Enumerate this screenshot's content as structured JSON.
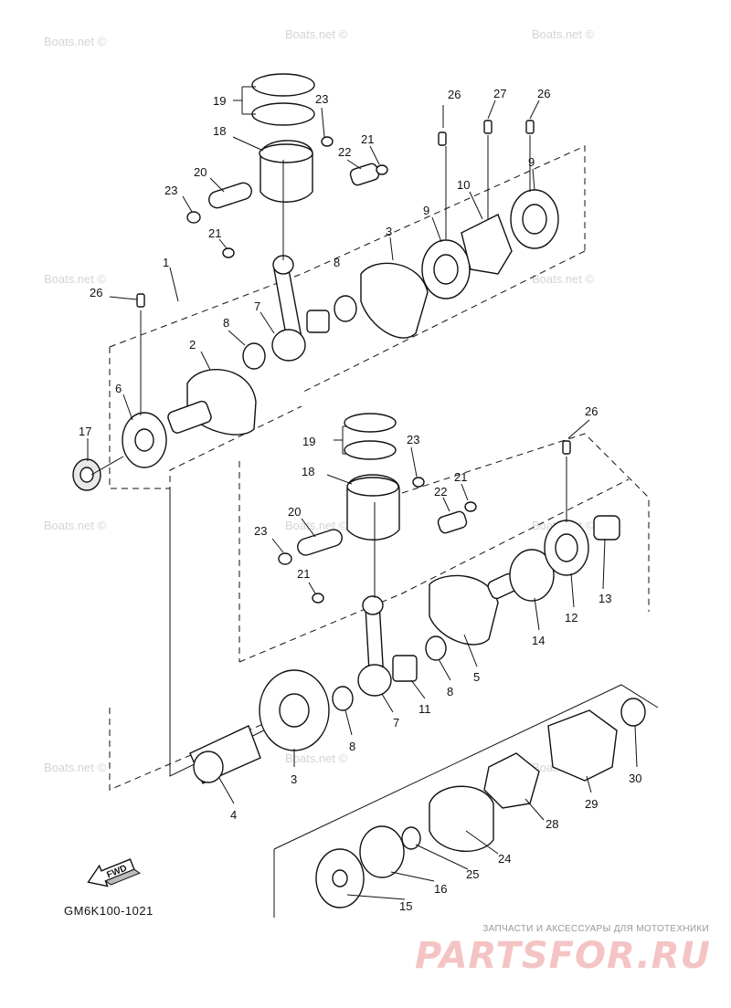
{
  "watermark_text": "Boats.net ©",
  "diagram_code": "GM6K100-1021",
  "fwd_label": "FWD",
  "brand": {
    "tagline": "ЗАПЧАСТИ И АКСЕССУАРЫ ДЛЯ МОТОТЕХНИКИ",
    "logo": "PARTSFOR.RU"
  },
  "callouts": {
    "c1": "1",
    "c2": "2",
    "c3a": "3",
    "c3b": "3",
    "c4": "4",
    "c5": "5",
    "c6": "6",
    "c7a": "7",
    "c7b": "7",
    "c8a": "8",
    "c8b": "8",
    "c8c": "8",
    "c8d": "8",
    "c9a": "9",
    "c9b": "9",
    "c10": "10",
    "c11": "11",
    "c12": "12",
    "c13": "13",
    "c14": "14",
    "c15": "15",
    "c16": "16",
    "c17": "17",
    "c18a": "18",
    "c18b": "18",
    "c19a": "19",
    "c19b": "19",
    "c20a": "20",
    "c20b": "20",
    "c21a": "21",
    "c21b": "21",
    "c21c": "21",
    "c21d": "21",
    "c22a": "22",
    "c22b": "22",
    "c23a": "23",
    "c23b": "23",
    "c23c": "23",
    "c23d": "23",
    "c24": "24",
    "c25": "25",
    "c26a": "26",
    "c26b": "26",
    "c26c": "26",
    "c26d": "26",
    "c27": "27",
    "c28": "28",
    "c29": "29",
    "c30": "30"
  }
}
